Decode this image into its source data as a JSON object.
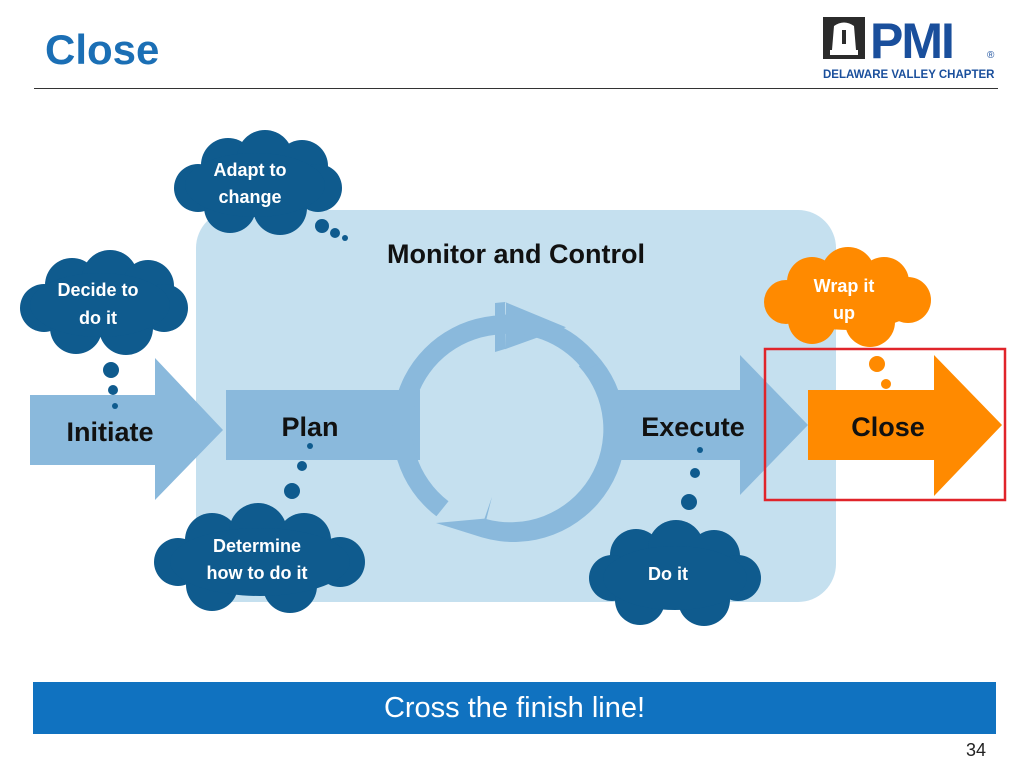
{
  "slide": {
    "title": "Close",
    "page_number": "34"
  },
  "logo": {
    "wordmark": "PMI",
    "registered_mark": "®",
    "chapter": "DELAWARE VALLEY CHAPTER"
  },
  "diagram": {
    "group_label": "Monitor and Control",
    "phases": [
      "Initiate",
      "Plan",
      "Execute",
      "Close"
    ],
    "thoughts": {
      "initiate": [
        "Decide to",
        "do it"
      ],
      "monitor": [
        "Adapt to",
        "change"
      ],
      "plan": [
        "Determine",
        "how to do it"
      ],
      "execute": [
        "Do it"
      ],
      "close": [
        "Wrap it",
        "up"
      ]
    }
  },
  "footer": {
    "text": "Cross the finish line!"
  },
  "colors": {
    "title_blue": "#1b6fb5",
    "panel_blue": "#c5e0ef",
    "arrow_blue": "#8ab9dc",
    "cloud_dark": "#0f5b8e",
    "accent_orange": "#ff8a00",
    "highlight_red": "#e0242a",
    "footer_blue": "#1072c0"
  }
}
